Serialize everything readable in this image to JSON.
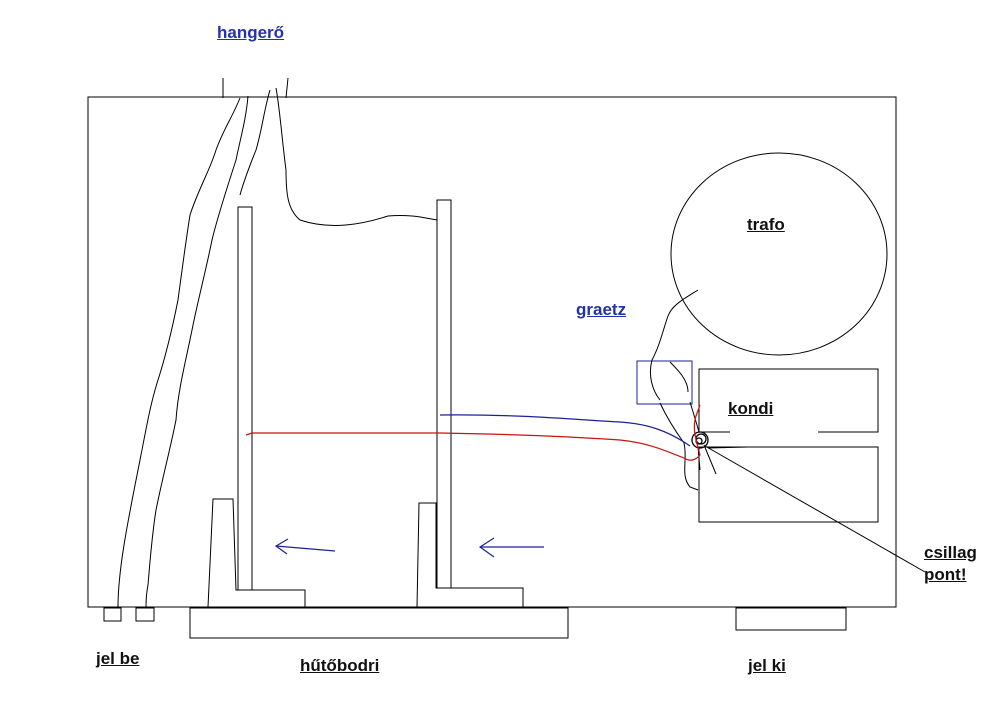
{
  "labels": {
    "hangero": "hangerő",
    "trafo": "trafo",
    "graetz": "graetz",
    "kondi": "kondi",
    "csillag_line1": "csillag",
    "csillag_line2": "pont!",
    "jel_be": "jel be",
    "hutobordi": "hűtőbodri",
    "jel_ki": "jel ki"
  },
  "colors": {
    "label_blue": "#2233aa",
    "label_black": "#111111",
    "wire_red": "#cc1111",
    "wire_blue": "#1a2299",
    "outline": "#000000"
  }
}
